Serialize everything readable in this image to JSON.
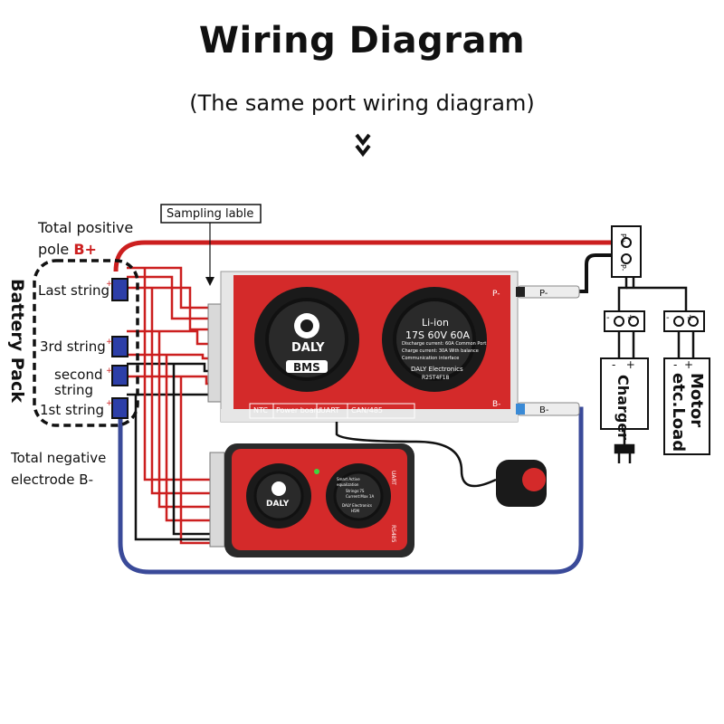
{
  "header": {
    "title": "Wiring Diagram",
    "subtitle": "(The same port wiring diagram)"
  },
  "labels": {
    "sampling_label": "Sampling lable",
    "total_positive_line1": "Total positive",
    "total_positive_line2": "pole ",
    "b_plus": "B+",
    "last_string": "Last string",
    "third_string": "3rd string",
    "second_string_line1": "second",
    "second_string_line2": "string",
    "first_string": "1st string",
    "battery_pack": "Battery Pack",
    "total_negative_line1": "Total negative",
    "total_negative_line2": "electrode B-",
    "charger": "Charger",
    "motor_line1": "Motor",
    "motor_line2": "etc.Load",
    "p_minus_cable": "P-",
    "b_minus_cable": "B-",
    "p_plus_port": "P+",
    "p_minus_port": "P-"
  },
  "bms_main": {
    "brand": "DALY",
    "sub": "BMS",
    "spec_line1": "Li-ion",
    "spec_line2": "17S 60V 60A",
    "spec_line3": "Discharge current: 60A   Common Port",
    "spec_line4": "Charge current: 30A   With balance",
    "spec_line5": "Communication interface",
    "spec_line6": "DALY Electronics",
    "spec_line7": "R25T4F18",
    "p_minus_mark": "P-",
    "b_minus_mark": "B-",
    "ports": [
      "NTC",
      "Power board",
      "UART",
      "CAN/485"
    ]
  },
  "bms_smart": {
    "brand": "DALY",
    "spec_line1": "Smart Active equalization",
    "spec_line2": "Strings:7S",
    "spec_line3": "Current:Max 1A",
    "spec_line4": "DALY Electronics",
    "spec_line5": "H5M",
    "side_left": "RS485",
    "side_right": "UART"
  },
  "colors": {
    "bms_red": "#d42a2a",
    "positive_wire": "#cc1f1f",
    "negative_wire": "#3a4a99",
    "fan": "#1a1a1a"
  }
}
